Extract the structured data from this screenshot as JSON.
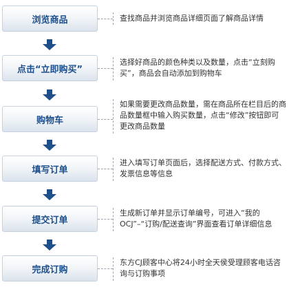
{
  "steps": [
    {
      "label": "浏览商品",
      "desc": "查找商品并浏览商品详细页面了解商品详情"
    },
    {
      "label": "点击“立即购买”",
      "desc": "选择好商品的颜色种类以及数量，点击“立刻购买”，商品会自动添加到购物车"
    },
    {
      "label": "购物车",
      "desc": "如果需要更改商品数量，需在商品所在栏目后的商品数量框中输入购买数量，点击“修改”按钮即可更改商品数量"
    },
    {
      "label": "填写订单",
      "desc": "进入填写订单页面后，选择配送方式、付款方式、发票信息等信息"
    },
    {
      "label": "提交订单",
      "desc": "生成新订单并显示订单编号，可进入“我的OCJ”–“订购/配送查询”界面查看订单详细信息"
    },
    {
      "label": "完成订购",
      "desc": "东方CJ顾客中心将24小时全天侯受理顾客电话咨询与订购事项"
    }
  ],
  "colors": {
    "label": "#1d4f8c",
    "arrow": "#1f4f8a",
    "border": "#c5d1de",
    "dash": "#9aa3ad"
  }
}
